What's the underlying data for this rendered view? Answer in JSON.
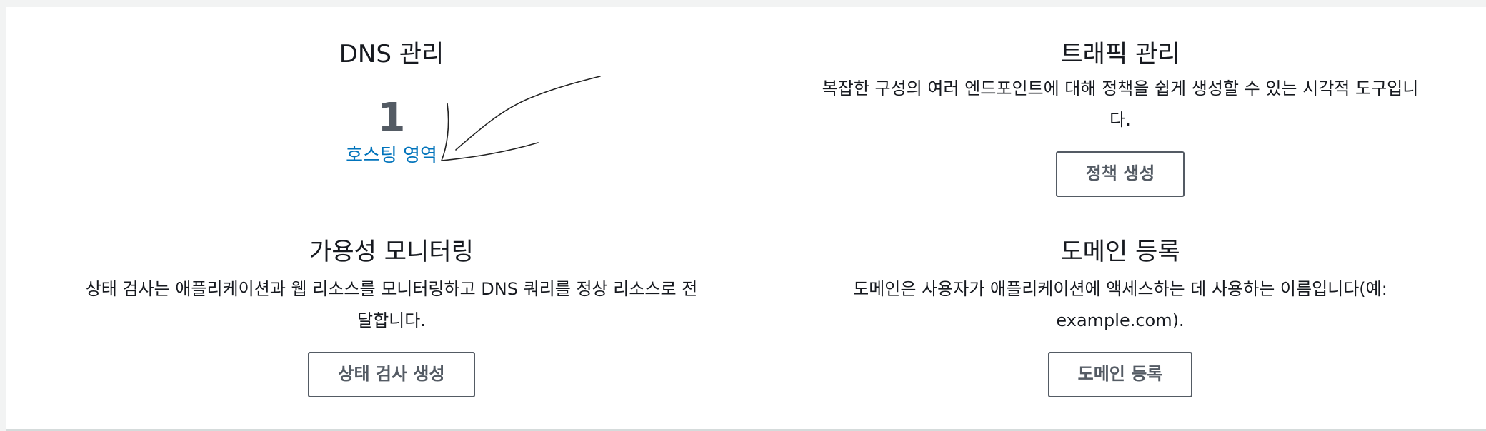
{
  "dns": {
    "title": "DNS 관리",
    "count": "1",
    "link_label": "호스팅 영역"
  },
  "traffic": {
    "title": "트래픽 관리",
    "desc_line1": "복잡한 구성의 여러 엔드포인트에 대해 정책을 쉽게 생성할 수 있는 시각적 도구입니",
    "desc_line2": "다.",
    "button_label": "정책 생성"
  },
  "availability": {
    "title": "가용성 모니터링",
    "desc_line1": "상태 검사는 애플리케이션과 웹 리소스를 모니터링하고 DNS 쿼리를 정상 리소스로 전",
    "desc_line2": "달합니다.",
    "button_label": "상태 검사 생성"
  },
  "domain": {
    "title": "도메인 등록",
    "desc_line1": "도메인은 사용자가 애플리케이션에 액세스하는 데 사용하는 이름입니다(예:",
    "desc_line2": "example.com).",
    "button_label": "도메인 등록"
  }
}
